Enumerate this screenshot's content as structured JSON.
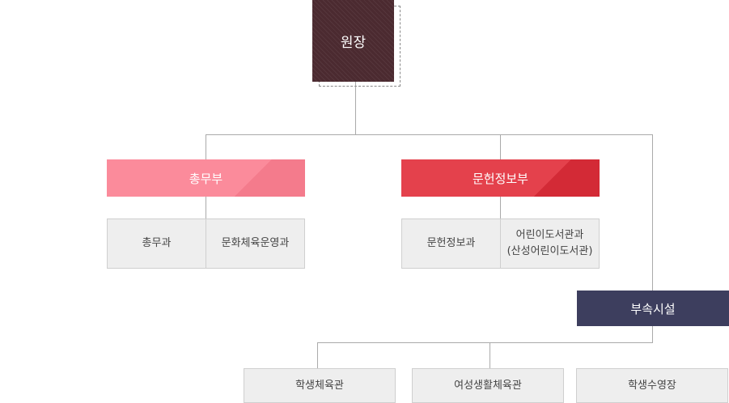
{
  "director": {
    "label": "원장"
  },
  "departments": [
    {
      "label": "총무부",
      "color": "#f47b8c",
      "teams": [
        "총무과",
        "문화체육운영과"
      ]
    },
    {
      "label": "문헌정보부",
      "color": "#df3d48",
      "teams": [
        "문헌정보과",
        "어린이도서관과",
        "(산성어린이도서관)"
      ]
    }
  ],
  "affiliated": {
    "label": "부속시설",
    "color": "#3d3e5e",
    "facilities": [
      "학생체육관",
      "여성생활체육관",
      "학생수영장"
    ]
  }
}
